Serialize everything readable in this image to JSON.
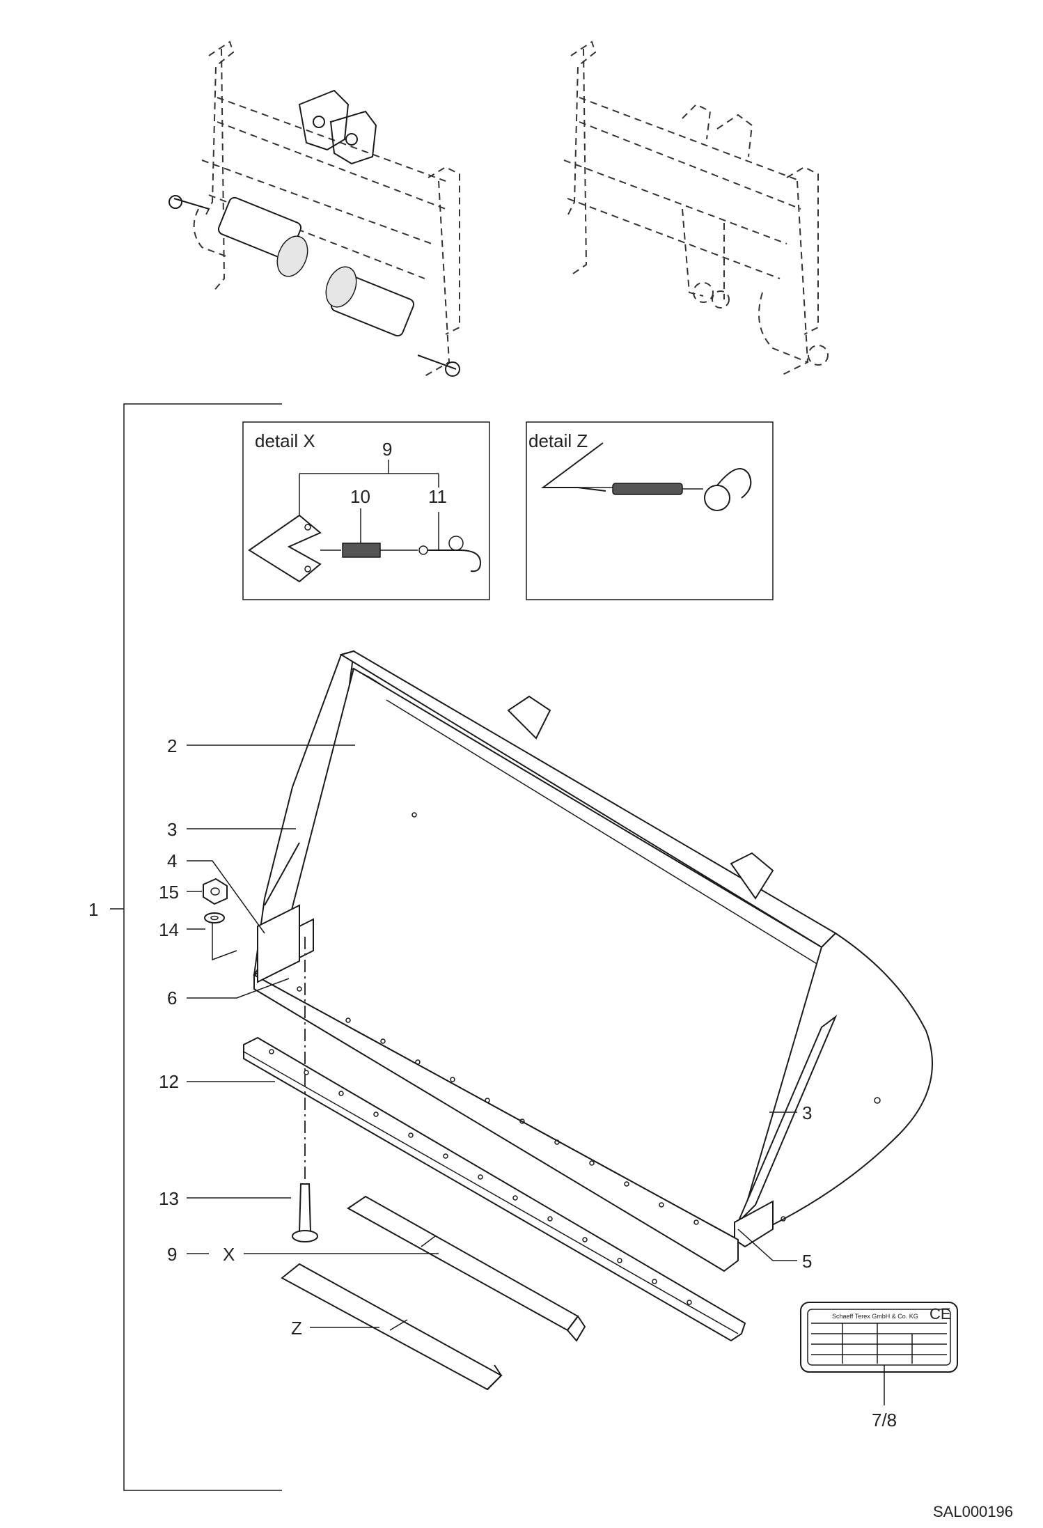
{
  "callouts": {
    "c1": "1",
    "c2": "2",
    "c3a": "3",
    "c3b": "3",
    "c4": "4",
    "c5": "5",
    "c6": "6",
    "c78": "7/8",
    "c9a": "9",
    "c9b": "9",
    "c10": "10",
    "c11": "11",
    "c12": "12",
    "c13": "13",
    "c14": "14",
    "c15": "15",
    "cX": "X",
    "cZ": "Z"
  },
  "details": {
    "x_title": "detail X",
    "z_title": "detail Z"
  },
  "plate": {
    "maker": "Schaeff Terex GmbH & Co. KG",
    "mark": "CE"
  },
  "drawing_code": "SAL000196"
}
